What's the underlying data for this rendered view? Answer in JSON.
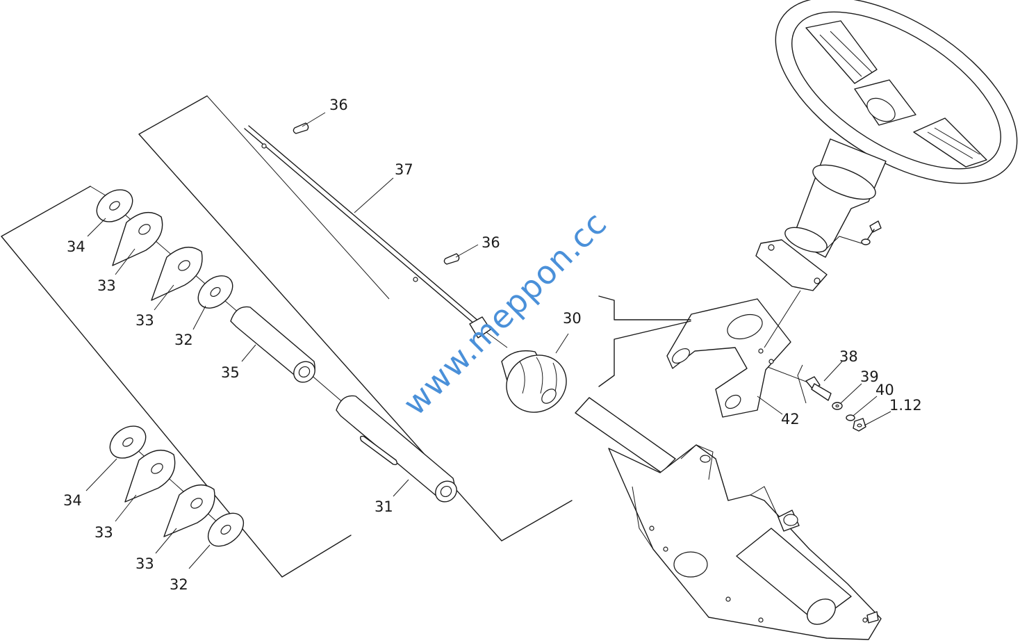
{
  "watermark": "www.meppon.cc",
  "labels": {
    "l36a": "36",
    "l36b": "36",
    "l37": "37",
    "l34a": "34",
    "l33a": "33",
    "l33b": "33",
    "l32a": "32",
    "l35": "35",
    "l30": "30",
    "l31": "31",
    "l34b": "34",
    "l33c": "33",
    "l33d": "33",
    "l32b": "32",
    "l38": "38",
    "l39": "39",
    "l40": "40",
    "l112": "1.12",
    "l42": "42"
  }
}
